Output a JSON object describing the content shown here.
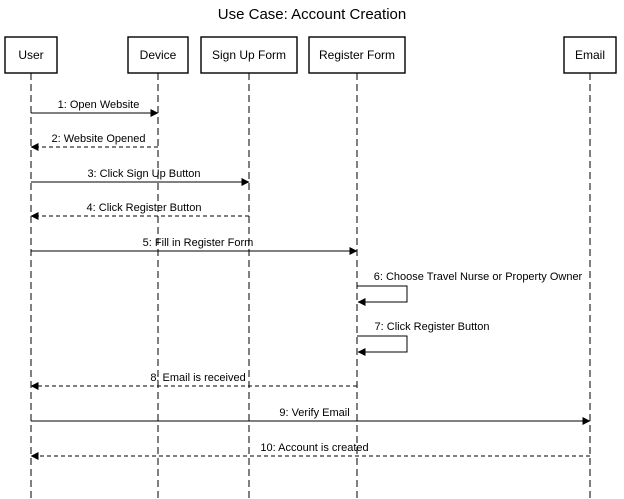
{
  "title": "Use Case: Account Creation",
  "participants": [
    {
      "id": "user",
      "label": "User"
    },
    {
      "id": "device",
      "label": "Device"
    },
    {
      "id": "signup",
      "label": "Sign Up Form"
    },
    {
      "id": "register",
      "label": "Register Form"
    },
    {
      "id": "email",
      "label": "Email"
    }
  ],
  "messages": [
    {
      "from": "user",
      "to": "device",
      "label": "1: Open Website",
      "style": "solid"
    },
    {
      "from": "device",
      "to": "user",
      "label": "2: Website Opened",
      "style": "dashed"
    },
    {
      "from": "user",
      "to": "signup",
      "label": "3: Click Sign Up Button",
      "style": "solid"
    },
    {
      "from": "signup",
      "to": "user",
      "label": "4: Click Register Button",
      "style": "dashed"
    },
    {
      "from": "user",
      "to": "register",
      "label": "5: Fill in Register Form",
      "style": "solid"
    },
    {
      "from": "register",
      "to": "register",
      "label": "6: Choose Travel Nurse or Property Owner",
      "style": "solid"
    },
    {
      "from": "register",
      "to": "register",
      "label": "7: Click Register Button",
      "style": "solid"
    },
    {
      "from": "register",
      "to": "user",
      "label": "8: Email is received",
      "style": "dashed"
    },
    {
      "from": "user",
      "to": "email",
      "label": "9: Verify Email",
      "style": "solid"
    },
    {
      "from": "email",
      "to": "user",
      "label": "10: Account is created",
      "style": "dashed"
    }
  ]
}
